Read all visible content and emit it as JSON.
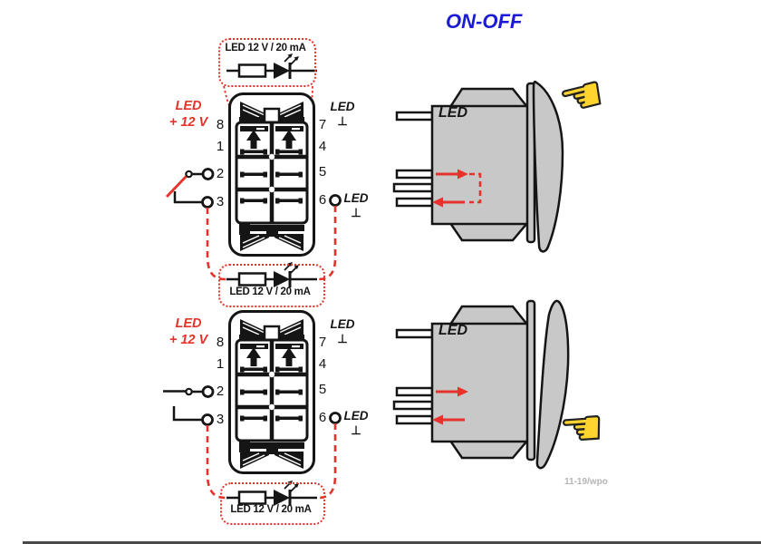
{
  "title": "ON-OFF",
  "watermark": "11-19/wpo",
  "led_circuit": {
    "label": "LED 12 V / 20 mA"
  },
  "connector_labels": {
    "supply_line1": "LED",
    "supply_line2": "+ 12 V",
    "ground_line1": "LED",
    "ground_symbol": "⊥",
    "pins_left": [
      "8",
      "1",
      "2",
      "3"
    ],
    "pins_right": [
      "7",
      "4",
      "5",
      "6"
    ]
  },
  "rocker_label": "LED",
  "icons": {
    "hand_glyph": "☚"
  },
  "colors": {
    "accent_red": "#e6322a",
    "title_blue": "#1b1bd6",
    "switch_gray": "#c8c8c8",
    "hand_yellow": "#ffd42e",
    "watermark_gray": "#b5b5b5"
  }
}
